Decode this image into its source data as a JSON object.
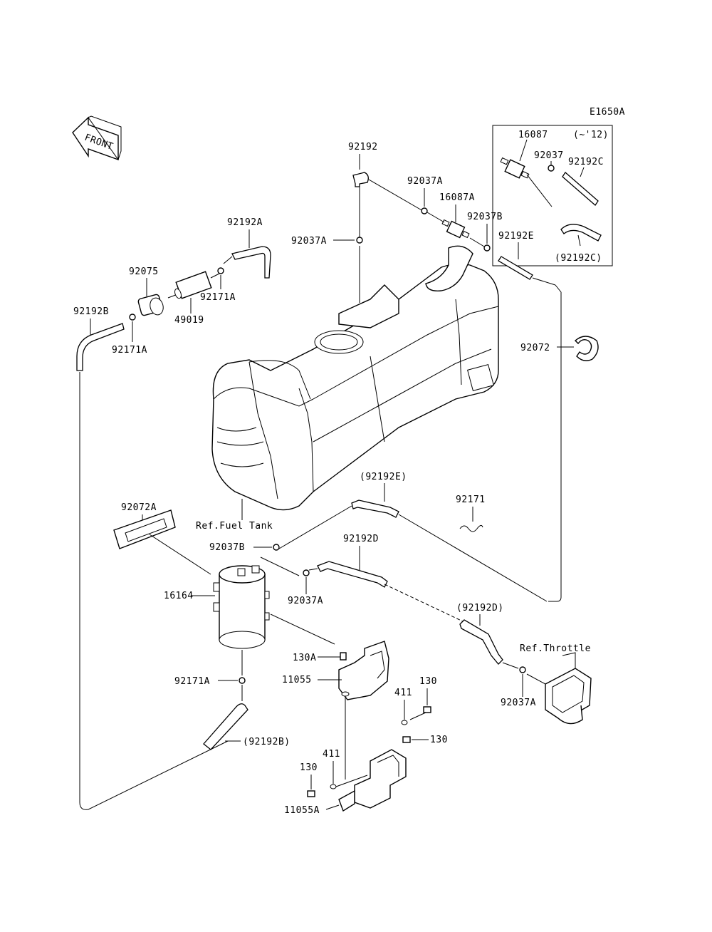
{
  "diagram_code": "E1650A",
  "front_label": "FRONT",
  "inset_note": "(~'12)",
  "refs": {
    "fuel_tank": "Ref.Fuel Tank",
    "throttle": "Ref.Throttle"
  },
  "labels": {
    "p92192": "92192",
    "p92037A_top": "92037A",
    "p16087A": "16087A",
    "p92037B_top": "92037B",
    "p92192E": "92192E",
    "p92037A_left": "92037A",
    "p92192A": "92192A",
    "p92075": "92075",
    "p92171A_right": "92171A",
    "p49019": "49019",
    "p92192B": "92192B",
    "p92171A_left": "92171A",
    "p92072": "92072",
    "inset_16087": "16087",
    "inset_92037": "92037",
    "inset_92192C": "92192C",
    "inset_92192C_ref": "(92192C)",
    "p92192E_ref": "(92192E)",
    "p92171": "92171",
    "p92072A": "92072A",
    "p92192D": "92192D",
    "p92037B_mid": "92037B",
    "p16164": "16164",
    "p92037A_mid": "92037A",
    "p92192D_ref": "(92192D)",
    "p130A": "130A",
    "p11055": "11055",
    "p411_upper": "411",
    "p130_upper": "130",
    "p130_mid": "130",
    "p92171A_bottom": "92171A",
    "p92192B_ref": "(92192B)",
    "p411_lower": "411",
    "p130_lower": "130",
    "p11055A": "11055A",
    "p92037A_right": "92037A"
  }
}
